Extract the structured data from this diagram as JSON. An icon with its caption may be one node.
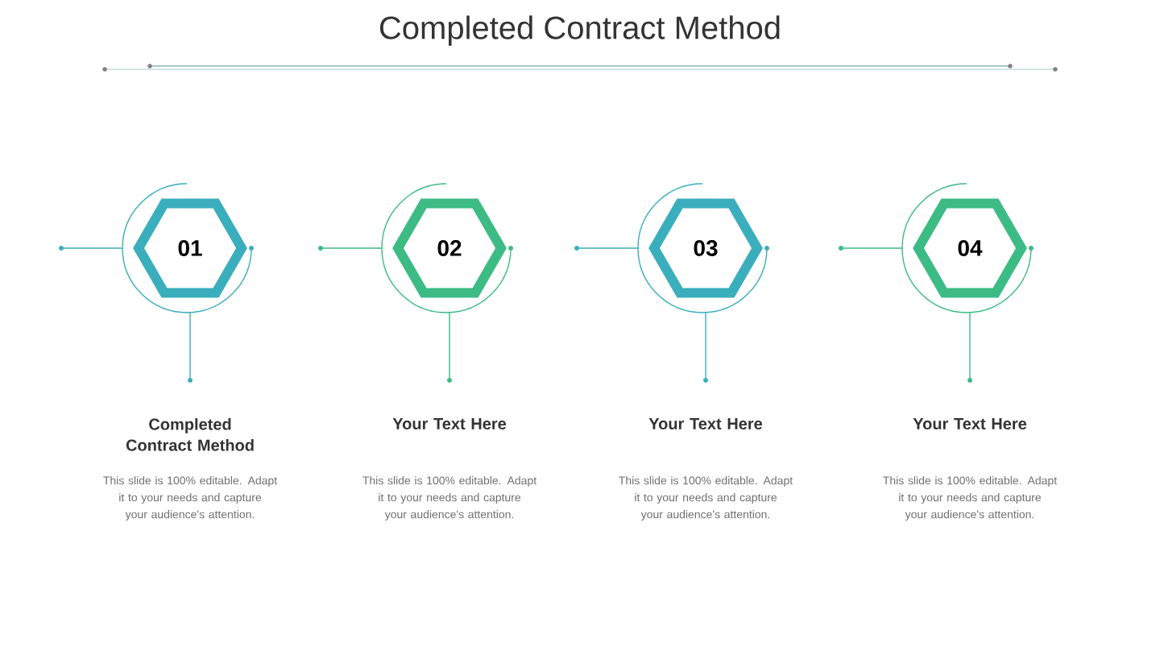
{
  "diagram": {
    "title": "Completed Contract Method",
    "nodes": [
      {
        "text": [
          "01"
        ]
      },
      {
        "text": [
          "02"
        ]
      },
      {
        "text": [
          "03"
        ]
      },
      {
        "text": [
          "04"
        ]
      }
    ],
    "labels": [
      "Completed Contract Method",
      "This slide is 100% editable. Adapt it to your needs and capture your audience's attention.",
      "Your Text Here",
      "This slide is 100% editable. Adapt it to your needs and capture your audience's attention.",
      "Your Text Here",
      "This slide is 100% editable. Adapt it to your needs and capture your audience's attention.",
      "Your Text Here",
      "This slide is 100% editable. Adapt it to your needs and capture your audience's attention."
    ]
  }
}
